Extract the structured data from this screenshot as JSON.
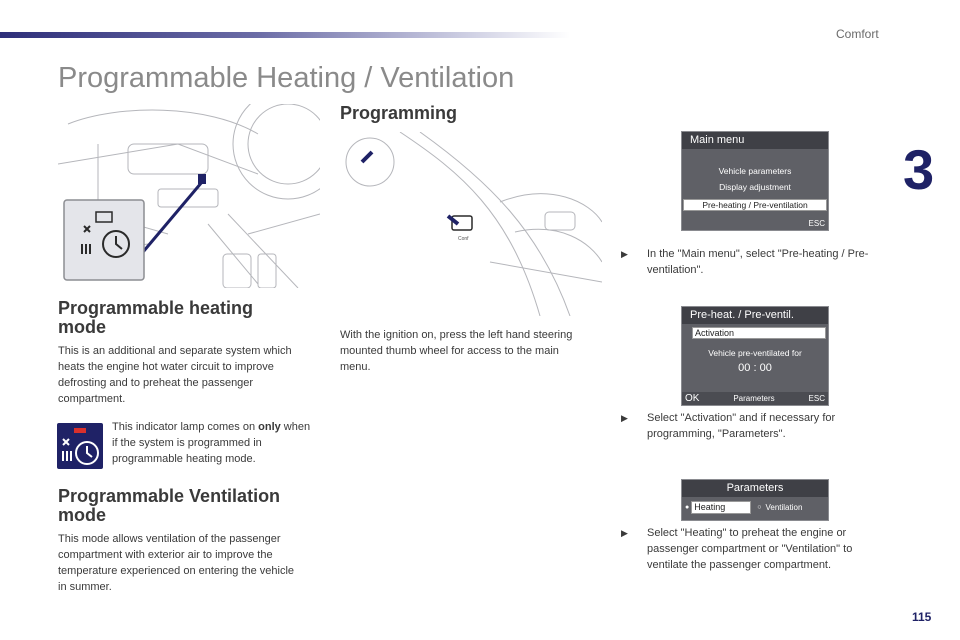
{
  "header": {
    "section_label": "Comfort",
    "chapter_number": "3",
    "page_title": "Programmable Heating / Ventilation"
  },
  "heating_mode": {
    "heading": "Programmable heating mode",
    "body": "This is an additional and separate system which heats the engine hot water circuit to improve defrosting and to preheat the passenger compartment.",
    "indicator_before": "This indicator lamp comes on ",
    "indicator_bold": "only",
    "indicator_after": " when if the system is programmed in programmable heating mode."
  },
  "ventilation_mode": {
    "heading": "Programmable Ventilation mode",
    "body": "This mode allows ventilation of the passenger compartment with exterior air to improve the temperature experienced on entering the vehicle in summer."
  },
  "programming": {
    "heading": "Programming",
    "body": "With the ignition on, press the left hand steering mounted thumb wheel for access to the main menu.",
    "thumbwheel_label": "Conf"
  },
  "main_menu": {
    "title": "Main menu",
    "items": [
      "Vehicle parameters",
      "Display adjustment",
      "Pre-heating / Pre-ventilation"
    ],
    "esc": "ESC",
    "instruction": "In the \"Main menu\", select \"Pre-heating / Pre-ventilation\"."
  },
  "preheat_menu": {
    "title": "Pre-heat. / Pre-ventil.",
    "activation": "Activation",
    "line": "Vehicle pre-ventilated for",
    "time": "00 : 00",
    "ok": "OK",
    "parameters": "Parameters",
    "esc": "ESC",
    "instruction": "Select \"Activation\" and if necessary for programming, \"Parameters\"."
  },
  "parameters_menu": {
    "title": "Parameters",
    "heating": "Heating",
    "ventilation": "Ventilation",
    "instruction": "Select \"Heating\" to preheat the engine or passenger compartment or \"Ventilation\" to ventilate the passenger compartment."
  },
  "footer": {
    "page_number": "115"
  },
  "colors": {
    "brand_navy": "#1f2266",
    "indicator_red": "#d9302c",
    "screen_grey": "#5f6066"
  },
  "icons": [
    "fan-clock-icon",
    "bullet-arrow-icon"
  ]
}
